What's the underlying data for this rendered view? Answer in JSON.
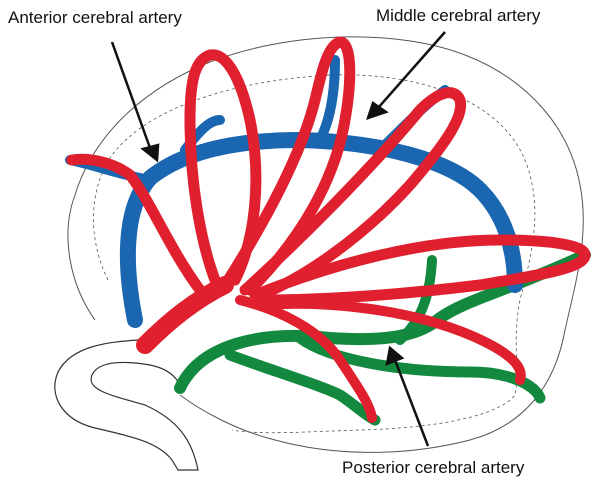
{
  "labels": {
    "anterior": "Anterior cerebral artery",
    "middle": "Middle cerebral artery",
    "posterior": "Posterior cerebral artery"
  },
  "colors": {
    "anterior": "#1a66b0",
    "middle": "#e0202e",
    "posterior": "#13893f",
    "outline": "#333333"
  }
}
